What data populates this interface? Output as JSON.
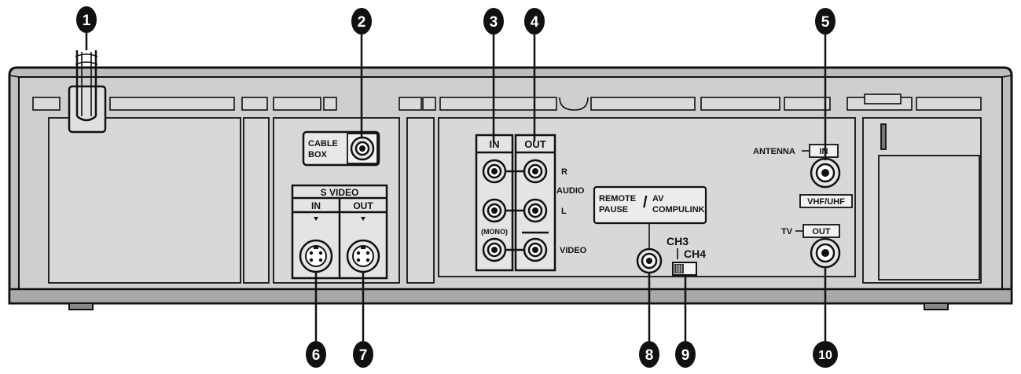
{
  "callouts": [
    "1",
    "2",
    "3",
    "4",
    "5",
    "6",
    "7",
    "8",
    "9",
    "10"
  ],
  "labels": {
    "cable_box_line1": "CABLE",
    "cable_box_line2": "BOX",
    "s_video": "S VIDEO",
    "s_video_in": "IN",
    "s_video_out": "OUT",
    "audio_in": "IN",
    "audio_out": "OUT",
    "r": "R",
    "audio": "AUDIO",
    "l": "L",
    "mono": "(MONO)",
    "video": "VIDEO",
    "remote_pause_line1": "REMOTE",
    "remote_pause_line2": "PAUSE",
    "av_compulink_line1": "AV",
    "av_compulink_line2": "COMPULINK",
    "slash": "/",
    "ch3": "CH3",
    "ch4": "CH4",
    "antenna": "ANTENNA",
    "antenna_in": "IN",
    "vhf_uhf": "VHF/UHF",
    "tv": "TV",
    "tv_out": "OUT"
  },
  "colors": {
    "chassis": "#c8c8c8",
    "panel": "#d6d6d6",
    "outline": "#111111",
    "callout_fill": "#111111"
  }
}
